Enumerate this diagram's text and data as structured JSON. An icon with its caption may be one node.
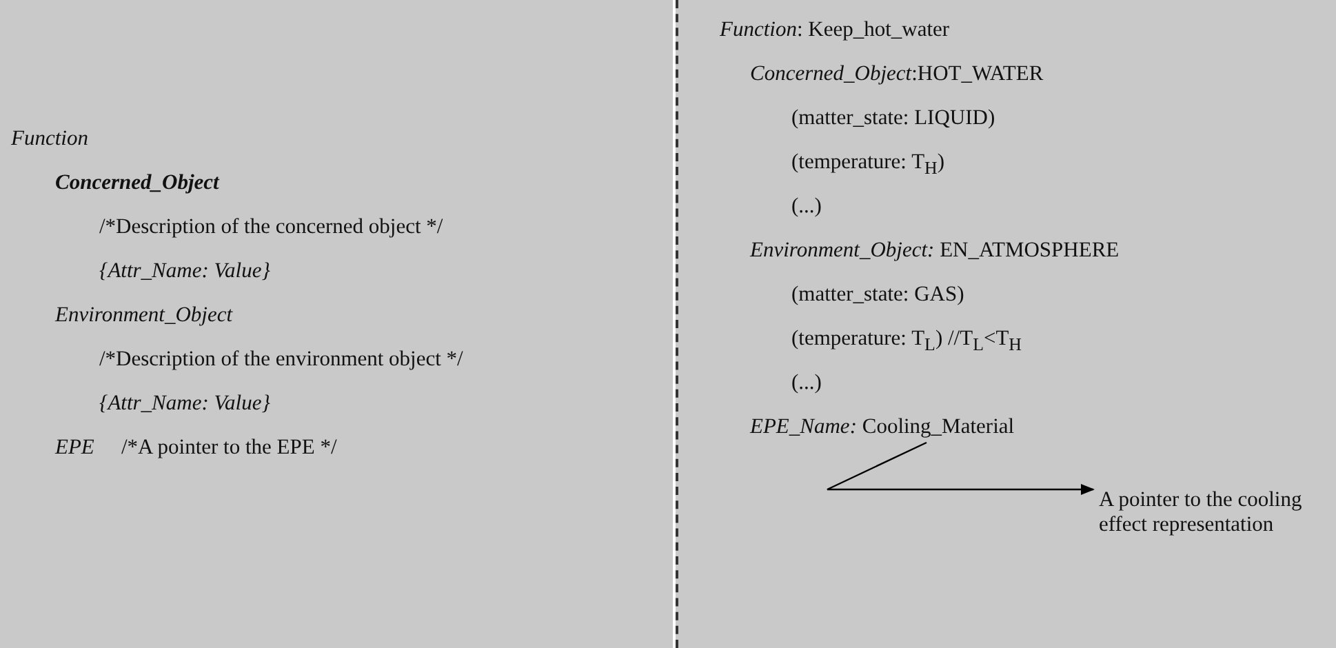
{
  "diagram": {
    "nodes": [
      {
        "text": [
          "Function",
          "Concerned_Object",
          "/*Description of the concerned object */",
          "{Attr_Name: Value}",
          "Environment_Object",
          "/*Description of the environment object */",
          "{Attr_Name: Value}",
          "EPE",
          "/*A pointer to the EPE */"
        ]
      },
      {
        "text": [
          "*Function*: Keep_hot_water",
          "*Concerned_Object*:HOT_WATER",
          "(matter_state: LIQUID)",
          "(temperature: T$_{H}$)",
          "(...)",
          "*Environment_Object:* EN_ATMOSPHERE",
          "(matter_state: GAS)",
          "(temperature: T$_{L}$) //T$_{L}$<T$_{H}$",
          "(...)"
        ]
      },
      {
        "text": [
          "*EPE_Name:* Cooling_Material"
        ],
        "in": 1
      },
      {
        "text": [
          "A pointer to the cooling effect representation"
        ],
        "in": 1
      }
    ],
    "edges": [
      {
        "from": 2,
        "to": 3,
        "arrow": "to"
      }
    ]
  }
}
